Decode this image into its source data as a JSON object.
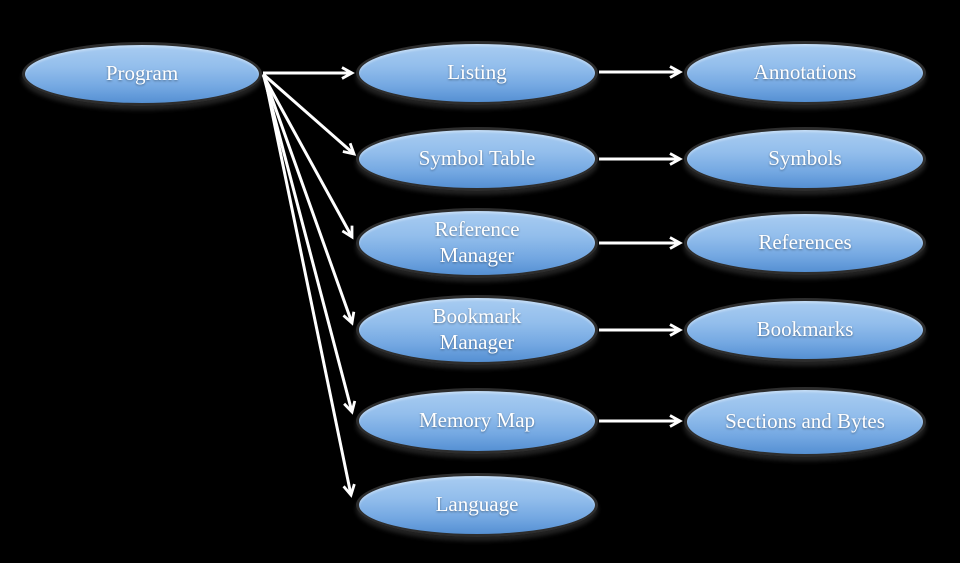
{
  "diagram": {
    "background_color": "#000000",
    "node_style": {
      "fill_top": "#a8ccf1",
      "fill_bottom": "#5590d3",
      "border_color": "#2d2d2d",
      "text_color": "#ffffff"
    },
    "arrow_color": "#ffffff",
    "nodes": [
      {
        "id": "program",
        "label": "Program"
      },
      {
        "id": "listing",
        "label": "Listing"
      },
      {
        "id": "annotations",
        "label": "Annotations"
      },
      {
        "id": "symbol_table",
        "label": "Symbol Table"
      },
      {
        "id": "symbols",
        "label": "Symbols"
      },
      {
        "id": "reference_manager",
        "label": "Reference Manager"
      },
      {
        "id": "references",
        "label": "References"
      },
      {
        "id": "bookmark_manager",
        "label": "Bookmark Manager"
      },
      {
        "id": "bookmarks",
        "label": "Bookmarks"
      },
      {
        "id": "memory_map",
        "label": "Memory Map"
      },
      {
        "id": "sections_bytes",
        "label": "Sections and Bytes"
      },
      {
        "id": "language",
        "label": "Language"
      }
    ],
    "edges": [
      {
        "from": "program",
        "to": "listing"
      },
      {
        "from": "program",
        "to": "symbol_table"
      },
      {
        "from": "program",
        "to": "reference_manager"
      },
      {
        "from": "program",
        "to": "bookmark_manager"
      },
      {
        "from": "program",
        "to": "memory_map"
      },
      {
        "from": "program",
        "to": "language"
      },
      {
        "from": "listing",
        "to": "annotations"
      },
      {
        "from": "symbol_table",
        "to": "symbols"
      },
      {
        "from": "reference_manager",
        "to": "references"
      },
      {
        "from": "bookmark_manager",
        "to": "bookmarks"
      },
      {
        "from": "memory_map",
        "to": "sections_bytes"
      }
    ]
  }
}
